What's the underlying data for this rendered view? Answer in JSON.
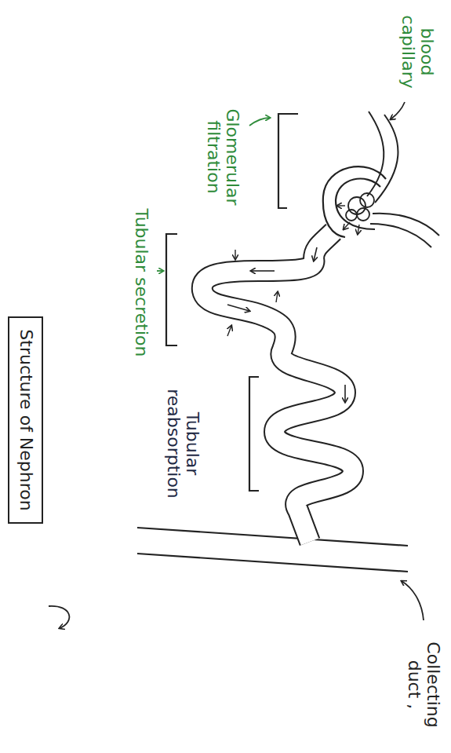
{
  "diagram": {
    "nodes": [
      {
        "text": [
          "Structure of Nephron"
        ]
      }
    ],
    "labels": [
      "blood capillary",
      "Glomerular filtration",
      "Tubular secretion",
      "Tubular reabsorption",
      "Collecting duct ,"
    ]
  }
}
